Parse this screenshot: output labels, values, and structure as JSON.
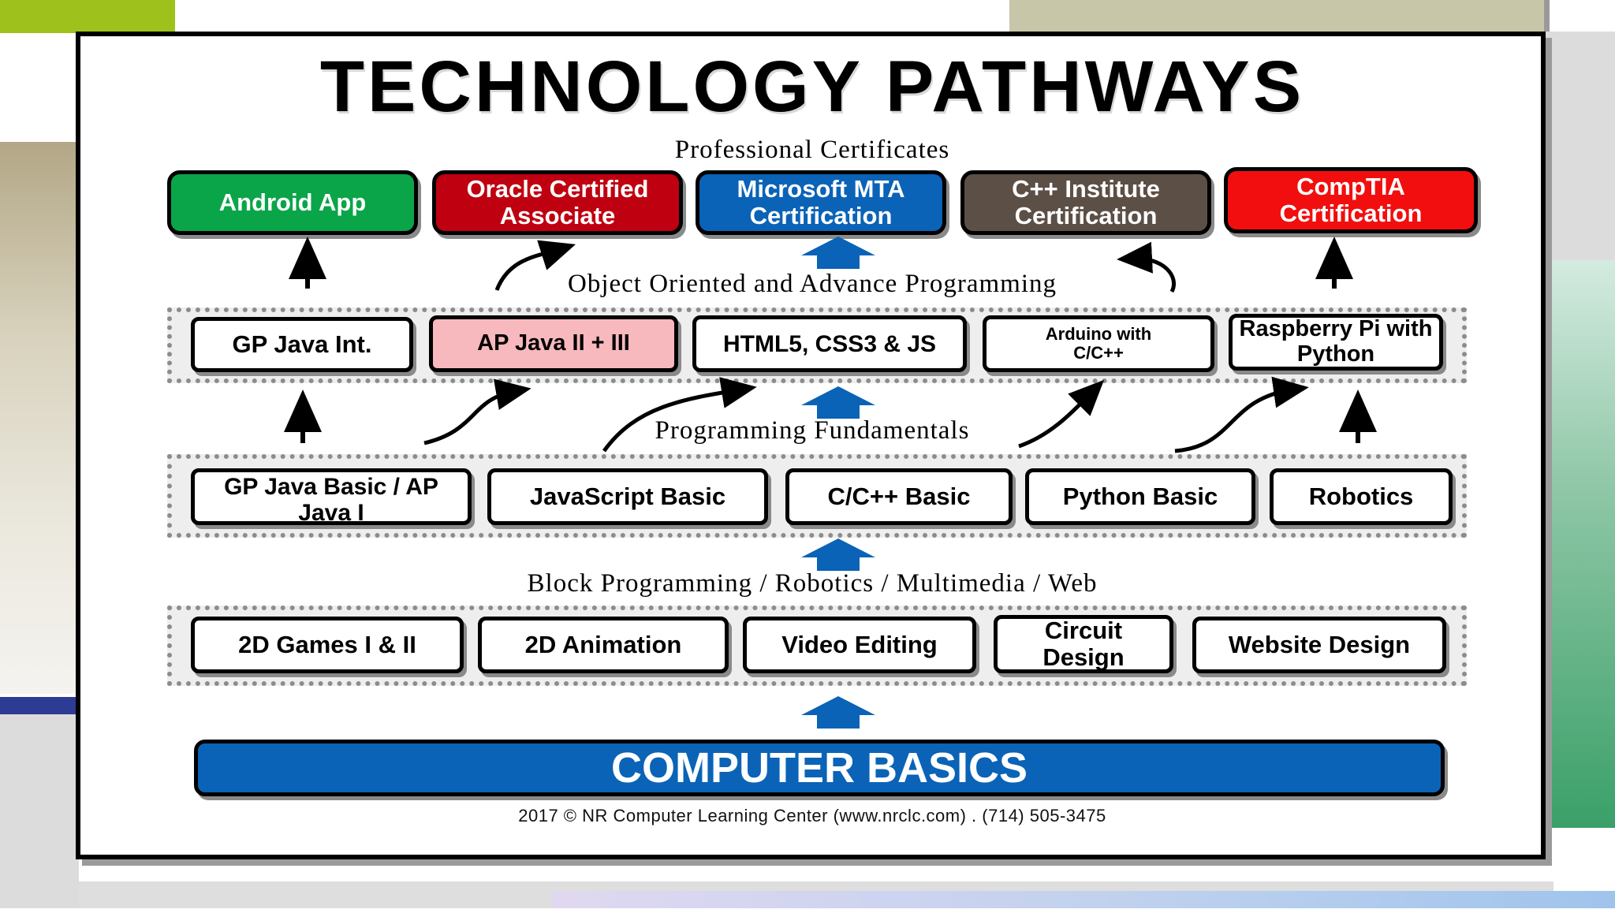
{
  "title": "TECHNOLOGY PATHWAYS",
  "labels": {
    "professional": "Professional Certificates",
    "oop": "Object Oriented and Advance Programming",
    "fundamentals": "Programming Fundamentals",
    "block": "Block Programming / Robotics / Multimedia / Web"
  },
  "certificates": [
    {
      "label": "Android App",
      "color": "#0aa548"
    },
    {
      "label": "Oracle Certified Associate",
      "color": "#bf0010"
    },
    {
      "label": "Microsoft MTA Certification",
      "color": "#0a63b6"
    },
    {
      "label": "C++ Institute Certification",
      "color": "#5c4f46"
    },
    {
      "label": "CompTIA Certification",
      "color": "#f20e0e"
    }
  ],
  "advanced": [
    {
      "label": "GP Java Int."
    },
    {
      "label": "AP Java II + III",
      "color": "#f7b9bd"
    },
    {
      "label": "HTML5, CSS3 & JS"
    },
    {
      "label": "Arduino with C/C++"
    },
    {
      "label": "Raspberry Pi with Python"
    }
  ],
  "fundamentals": [
    {
      "label": "GP Java Basic / AP Java I"
    },
    {
      "label": "JavaScript Basic"
    },
    {
      "label": "C/C++ Basic"
    },
    {
      "label": "Python Basic"
    },
    {
      "label": "Robotics"
    }
  ],
  "foundation": [
    {
      "label": "2D Games I & II"
    },
    {
      "label": "2D Animation"
    },
    {
      "label": "Video Editing"
    },
    {
      "label": "Circuit Design"
    },
    {
      "label": "Website Design"
    }
  ],
  "basics": "COMPUTER BASICS",
  "footer": "2017 © NR Computer Learning Center (www.nrclc.com) .  (714) 505-3475",
  "colors": {
    "accent_blue": "#0a63b6",
    "arrow_blue": "#0a63b6"
  }
}
